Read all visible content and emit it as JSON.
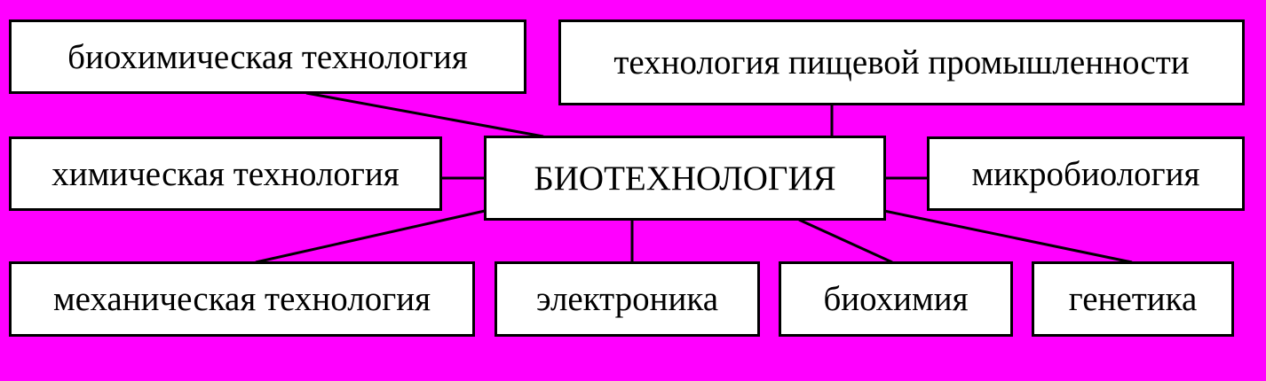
{
  "colors": {
    "background": "#ff00ff",
    "box": "#ffffff",
    "line": "#000000"
  },
  "center": "БИОТЕХНОЛОГИЯ",
  "nodes": {
    "biochemical_tech": "биохимическая технология",
    "food_industry_tech": "технология пищевой промышленности",
    "chemical_tech": "химическая технология",
    "microbiology": "микробиология",
    "mechanical_tech": "механическая технология",
    "electronics": "электроника",
    "biochemistry": "биохимия",
    "genetics": "генетика"
  }
}
